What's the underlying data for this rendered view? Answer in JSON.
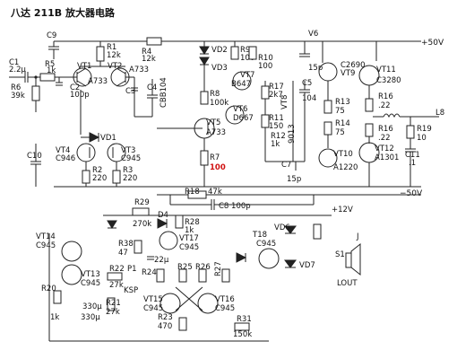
{
  "title": "八达 211B 放大器电路",
  "rails": {
    "pos50": "+50V",
    "neg50": "−50V",
    "pos12": "+12V",
    "out": "L8"
  },
  "components": {
    "C1": "C1",
    "C1v": "2.2μ",
    "R5": "R5",
    "R5v": "1k",
    "R6": "R6",
    "R6v": "39k",
    "C9": "C9",
    "C2": "C2",
    "C2v": "100p",
    "R1": "R1",
    "R1v": "12k",
    "VT1": "VT1",
    "VT1t": "A733",
    "VT2": "VT2",
    "VT2t": "A733",
    "R4": "R4",
    "R4v": "12k",
    "C3": "C3",
    "C4": "C4",
    "CBB": "CBB104",
    "VD1": "VD1",
    "VT4": "VT4",
    "VT4t": "C946",
    "VT3": "VT3",
    "VT3t": "C945",
    "R2": "R2",
    "R2v": "220",
    "R3": "R3",
    "R3v": "220",
    "C10": "C10",
    "VD2": "VD2",
    "VD3": "VD3",
    "R9": "R9",
    "R9v": "100",
    "R10": "R10",
    "R10v": "100",
    "VT7": "VT7",
    "VT7t": "B647",
    "R8": "R8",
    "R8v": "100k",
    "VT6": "VT6",
    "VT6t": "D667",
    "VT5": "VT5",
    "VT5t": "A733",
    "R7": "R7",
    "R7v": "100",
    "R18": "R18",
    "R18v": "47k",
    "C8": "C8 100p",
    "V6": "V6",
    "V6v": "15p",
    "C5": "C5",
    "C5v": "104",
    "R17": "R17",
    "R17v": "2k7",
    "R11": "R11",
    "R11v": "150",
    "R12": "R12",
    "R12v": "1k",
    "VT8": "VT8",
    "VT8t": "9013",
    "C7": "C7",
    "C7v": "15p",
    "VT9": "VT9",
    "VT9t": "C2690",
    "R13": "R13",
    "R13v": "75",
    "R14": "R14",
    "R14v": "75",
    "VT10": "VT10",
    "VT10t": "A1220",
    "VT11": "VT11",
    "VT11t": "C3280",
    "R15": "R16",
    "R15v": ".22",
    "R16": "R16",
    "R16v": ".22",
    "VT12": "VT12",
    "VT12t": "A1301",
    "R19": "R19",
    "R19v": "10",
    "C11": "C11",
    "C11v": ".1",
    "VT14": "VT14",
    "VT14t": "C945",
    "VT13": "VT13",
    "VT13t": "C945",
    "R20": "R20",
    "R20v": "1k",
    "R22": "R22",
    "R22v": "27k",
    "R21": "R21",
    "R21v": "27k",
    "P1": "P1",
    "KSP": "KSP",
    "C330a": "330μ",
    "C330b": "330μ",
    "R29": "R29",
    "R29v": "270k",
    "D4": "D4",
    "R28": "R28",
    "R28v": "1k",
    "VT17": "VT17",
    "VT17t": "C945",
    "R38": "R38",
    "R38v": "47",
    "C22": "22μ",
    "R24": "R24",
    "R25": "R25",
    "R26": "R26",
    "R27": "R27",
    "VT15": "VT15",
    "VT15t": "C945",
    "VT16": "VT16",
    "VT16t": "C945",
    "R23": "R23",
    "R23v": "470",
    "R31": "R31",
    "R31v": "150k",
    "T18": "T18",
    "T18t": "C945",
    "VD6": "VD6",
    "VD7": "VD7",
    "J": "J",
    "S1": "S1",
    "LOUT": "LOUT"
  }
}
